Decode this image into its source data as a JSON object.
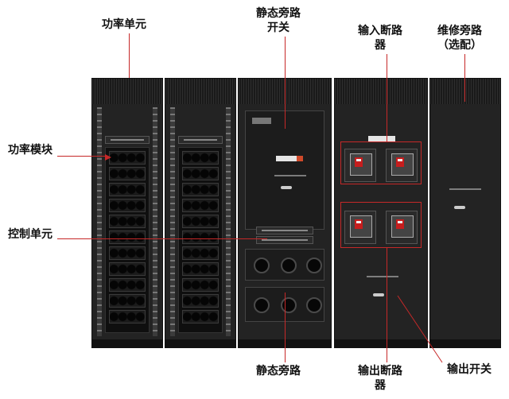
{
  "labels": {
    "power_unit": "功率单元",
    "static_bypass_switch_line1": "静态旁路",
    "static_bypass_switch_line2": "开关",
    "input_breaker_line1": "输入断路",
    "input_breaker_line2": "器",
    "maintenance_bypass_line1": "维修旁路",
    "maintenance_bypass_line2": "（选配）",
    "power_module": "功率模块",
    "control_unit": "控制单元",
    "static_bypass": "静态旁路",
    "output_breaker_line1": "输出断路",
    "output_breaker_line2": "器",
    "output_switch": "输出开关"
  },
  "colors": {
    "pointer": "#c62828",
    "cabinet": "#232323",
    "label_text": "#111111"
  }
}
